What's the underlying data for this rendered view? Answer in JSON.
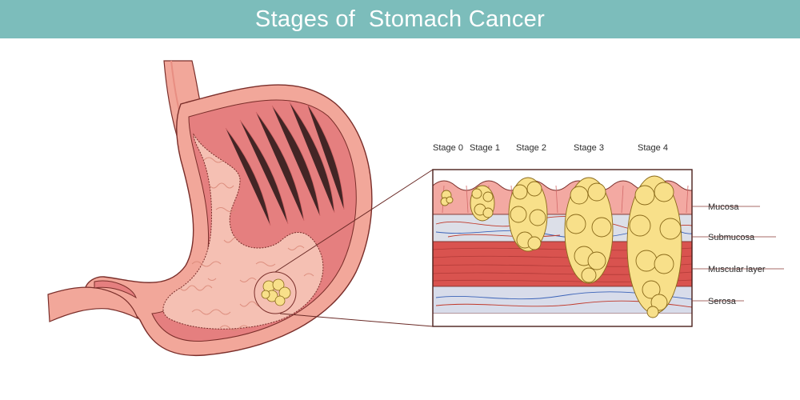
{
  "title": "Stages of  Stomach Cancer",
  "stages": [
    "Stage 0",
    "Stage 1",
    "Stage 2",
    "Stage 3",
    "Stage 4"
  ],
  "layers": [
    "Mucosa",
    "Submucosa",
    "Muscular layer",
    "Serosa"
  ],
  "colors": {
    "header": "#7cbdbb",
    "stomach_wall": "#f2a79a",
    "stomach_inner": "#e57f7f",
    "lumen": "#f5c0b3",
    "mucosa": "#f3a9a2",
    "submucosa": "#dcdfe8",
    "muscular_layer": "#d9534f",
    "serosa": "#d8dcea",
    "tumor": "#f8e08a",
    "outline": "#7a2e2a"
  }
}
